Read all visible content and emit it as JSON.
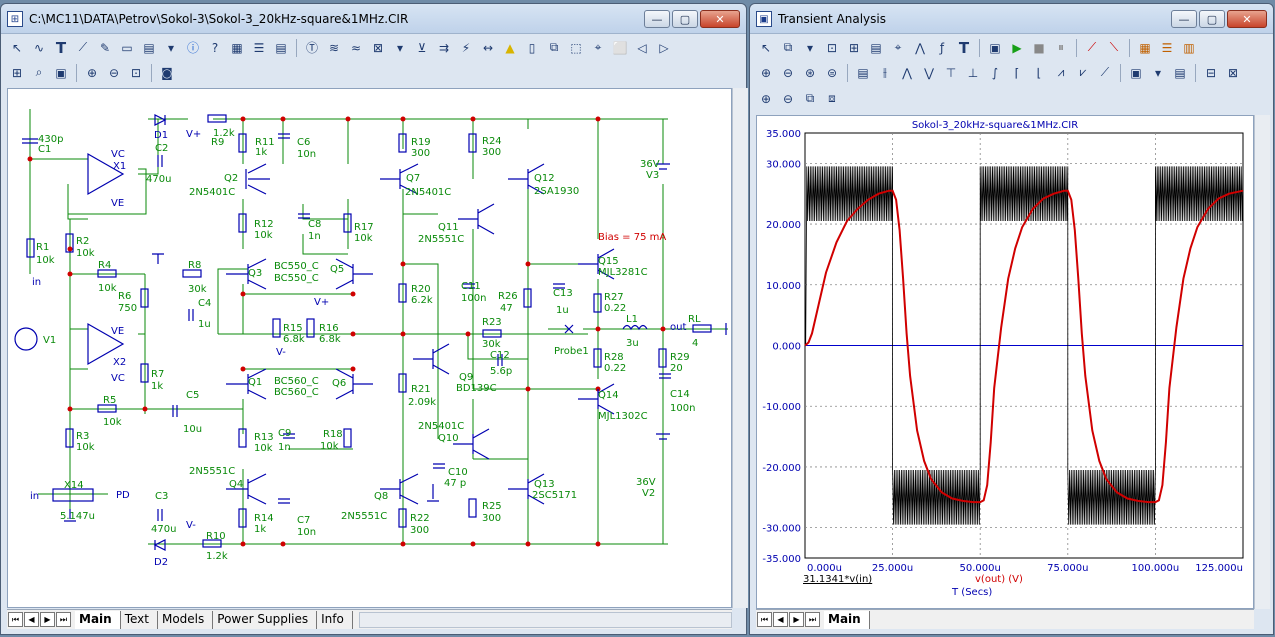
{
  "schematic_window": {
    "title": "C:\\MC11\\DATA\\Petrov\\Sokol-3\\Sokol-3_20kHz-square&1MHz.CIR",
    "controls": {
      "minimize": "—",
      "maximize": "▢",
      "close": "✕"
    },
    "tabs": [
      "Main",
      "Text",
      "Models",
      "Power Supplies",
      "Info"
    ],
    "active_tab": "Main",
    "labels": {
      "c1": "C1",
      "c1v": "430p",
      "d1": "D1",
      "vplus": "V+",
      "r9": "R9",
      "r9v": "1.2k",
      "c2": "C2",
      "c2v": "470u",
      "x1": "X1",
      "vc1": "VC",
      "ve1": "VE",
      "r11": "R11",
      "r11v": "1k",
      "c6": "C6",
      "c6v": "10n",
      "q2": "Q2",
      "q2m": "2N5401C",
      "r12": "R12",
      "r12v": "10k",
      "c8": "C8",
      "c8v": "1n",
      "r17": "R17",
      "r17v": "10k",
      "r19": "R19",
      "r19v": "300",
      "q7": "Q7",
      "q7m": "2N5401C",
      "r24": "R24",
      "r24v": "300",
      "q12": "Q12",
      "q12m": "2SA1930",
      "q11": "Q11",
      "q11m": "2N5551C",
      "v3": "V3",
      "v3v": "36V",
      "bias": "Bias = 75 mA",
      "r1": "R1",
      "r1v": "10k",
      "r2": "R2",
      "r2v": "10k",
      "r4": "R4",
      "r4v": "10k",
      "r8": "R8",
      "r8v": "30k",
      "r6": "R6",
      "r6v": "750",
      "c4": "C4",
      "c4v": "1u",
      "q3": "Q3",
      "q3m": "BC550_C",
      "q3m2": "BC550_C",
      "q5": "Q5",
      "r20": "R20",
      "r20v": "6.2k",
      "c11": "C11",
      "c11v": "100n",
      "r26": "R26",
      "r26v": "47",
      "c13": "C13",
      "c13v": "1u",
      "q15": "Q15",
      "q15m": "MJL3281C",
      "r27": "R27",
      "r27v": "0.22",
      "r15": "R15",
      "r15v": "6.8k",
      "r16": "R16",
      "r16v": "6.8k",
      "r23": "R23",
      "r23v": "30k",
      "c12": "C12",
      "c12v": "5.6p",
      "probe": "Probe1",
      "l1": "L1",
      "l1v": "3u",
      "out": "out",
      "rl": "RL",
      "rlv": "4",
      "r28": "R28",
      "r28v": "0.22",
      "r29": "R29",
      "r29v": "20",
      "v1": "V1",
      "x2": "X2",
      "ve2": "VE",
      "vc2": "VC",
      "r7": "R7",
      "r7v": "1k",
      "q1": "Q1",
      "q1m": "BC560_C",
      "q1m2": "BC560_C",
      "q6": "Q6",
      "r21": "R21",
      "r21v": "2.09k",
      "q9": "Q9",
      "q9m": "BD139C",
      "q14": "Q14",
      "q14m": "MJL1302C",
      "c14": "C14",
      "c14v": "100n",
      "r5": "R5",
      "r5v": "10k",
      "c5": "C5",
      "c5v": "10u",
      "r3": "R3",
      "r3v": "10k",
      "r13": "R13",
      "r13v": "10k",
      "c9": "C9",
      "c9v": "1n",
      "r18": "R18",
      "r18v": "10k",
      "q10": "Q10",
      "q10m": "2N5401C",
      "c10": "C10",
      "c10v": "47 p",
      "v2": "V2",
      "v2v": "36V",
      "q4": "Q4",
      "q4m": "2N5551C",
      "q8": "Q8",
      "q8m": "2N5551C",
      "q13": "Q13",
      "q13m": "2SC5171",
      "r25": "R25",
      "r25v": "300",
      "x14": "X14",
      "x14v": "5.147u",
      "in": "in",
      "in2": "in",
      "pd": "PD",
      "c3": "C3",
      "c3v": "470u",
      "vminus": "V-",
      "vminus2": "V-",
      "r14": "R14",
      "r14v": "1k",
      "c7": "C7",
      "c7v": "10n",
      "r22": "R22",
      "r22v": "300",
      "d2": "D2",
      "r10": "R10",
      "r10v": "1.2k",
      "vplus2": "V+"
    }
  },
  "analysis_window": {
    "title": "Transient Analysis",
    "controls": {
      "minimize": "—",
      "maximize": "▢",
      "close": "✕"
    },
    "tabs": [
      "Main"
    ],
    "active_tab": "Main",
    "colors": {
      "vout": "#d00000",
      "vin": "#000000",
      "zero_line": "#0000cc"
    }
  },
  "chart_data": {
    "type": "line",
    "title": "Sokol-3_20kHz-square&1MHz.CIR",
    "xlabel": "T (Secs)",
    "ylim": [
      -35,
      35
    ],
    "xlim": [
      0,
      125
    ],
    "x_ticks": [
      "0.000u",
      "25.000u",
      "50.000u",
      "75.000u",
      "100.000u",
      "125.000u"
    ],
    "y_ticks": [
      "35.000",
      "30.000",
      "20.000",
      "10.000",
      "0.000",
      "-10.000",
      "-20.000",
      "-30.000",
      "-35.000"
    ],
    "grid": true,
    "series": [
      {
        "name": "v(out) (V)",
        "color": "#d00000",
        "x": [
          0,
          1,
          2,
          4,
          6,
          9,
          12,
          15,
          18,
          21,
          24,
          25,
          26,
          27,
          28,
          29,
          30,
          32,
          34,
          36,
          39,
          42,
          45,
          48,
          50,
          51,
          52,
          53,
          54,
          56,
          58,
          60,
          62,
          65,
          68,
          71,
          74,
          75,
          76,
          77,
          78,
          79,
          80,
          82,
          84,
          86,
          89,
          92,
          95,
          98,
          100,
          101,
          102,
          103,
          104,
          106,
          108,
          110,
          112,
          115,
          118,
          121,
          125
        ],
        "y": [
          0,
          0.5,
          2,
          7,
          12,
          17,
          20.5,
          22.5,
          24,
          25,
          25.5,
          25.5,
          24,
          19,
          11,
          2,
          -5,
          -14,
          -19,
          -22,
          -24.2,
          -25.2,
          -25.6,
          -25.8,
          -25.8,
          -25.5,
          -23,
          -16,
          -7,
          3,
          11,
          16,
          19.5,
          22.5,
          24.2,
          25,
          25.5,
          25.5,
          24,
          19,
          11,
          2,
          -5,
          -14,
          -19,
          -22,
          -24.2,
          -25.2,
          -25.6,
          -25.8,
          -25.8,
          -25.5,
          -23,
          -16,
          -7,
          3,
          11,
          16,
          19.5,
          22.5,
          24.2,
          25,
          25.5
        ]
      },
      {
        "name": "31.1341*v(in)",
        "color": "#000000",
        "segments": [
          {
            "x_start": 0,
            "x_end": 0.2,
            "center": 0,
            "amplitude": 0
          },
          {
            "x_start": 0.5,
            "x_end": 25,
            "center": 25,
            "amplitude": 4.5
          },
          {
            "x_start": 25,
            "x_end": 50,
            "center": -25,
            "amplitude": 4.5
          },
          {
            "x_start": 50,
            "x_end": 75,
            "center": 25,
            "amplitude": 4.5
          },
          {
            "x_start": 75,
            "x_end": 100,
            "center": -25,
            "amplitude": 4.5
          },
          {
            "x_start": 100,
            "x_end": 125,
            "center": 25,
            "amplitude": 4.5
          }
        ],
        "ripple_frequency_MHz": 1
      }
    ]
  }
}
